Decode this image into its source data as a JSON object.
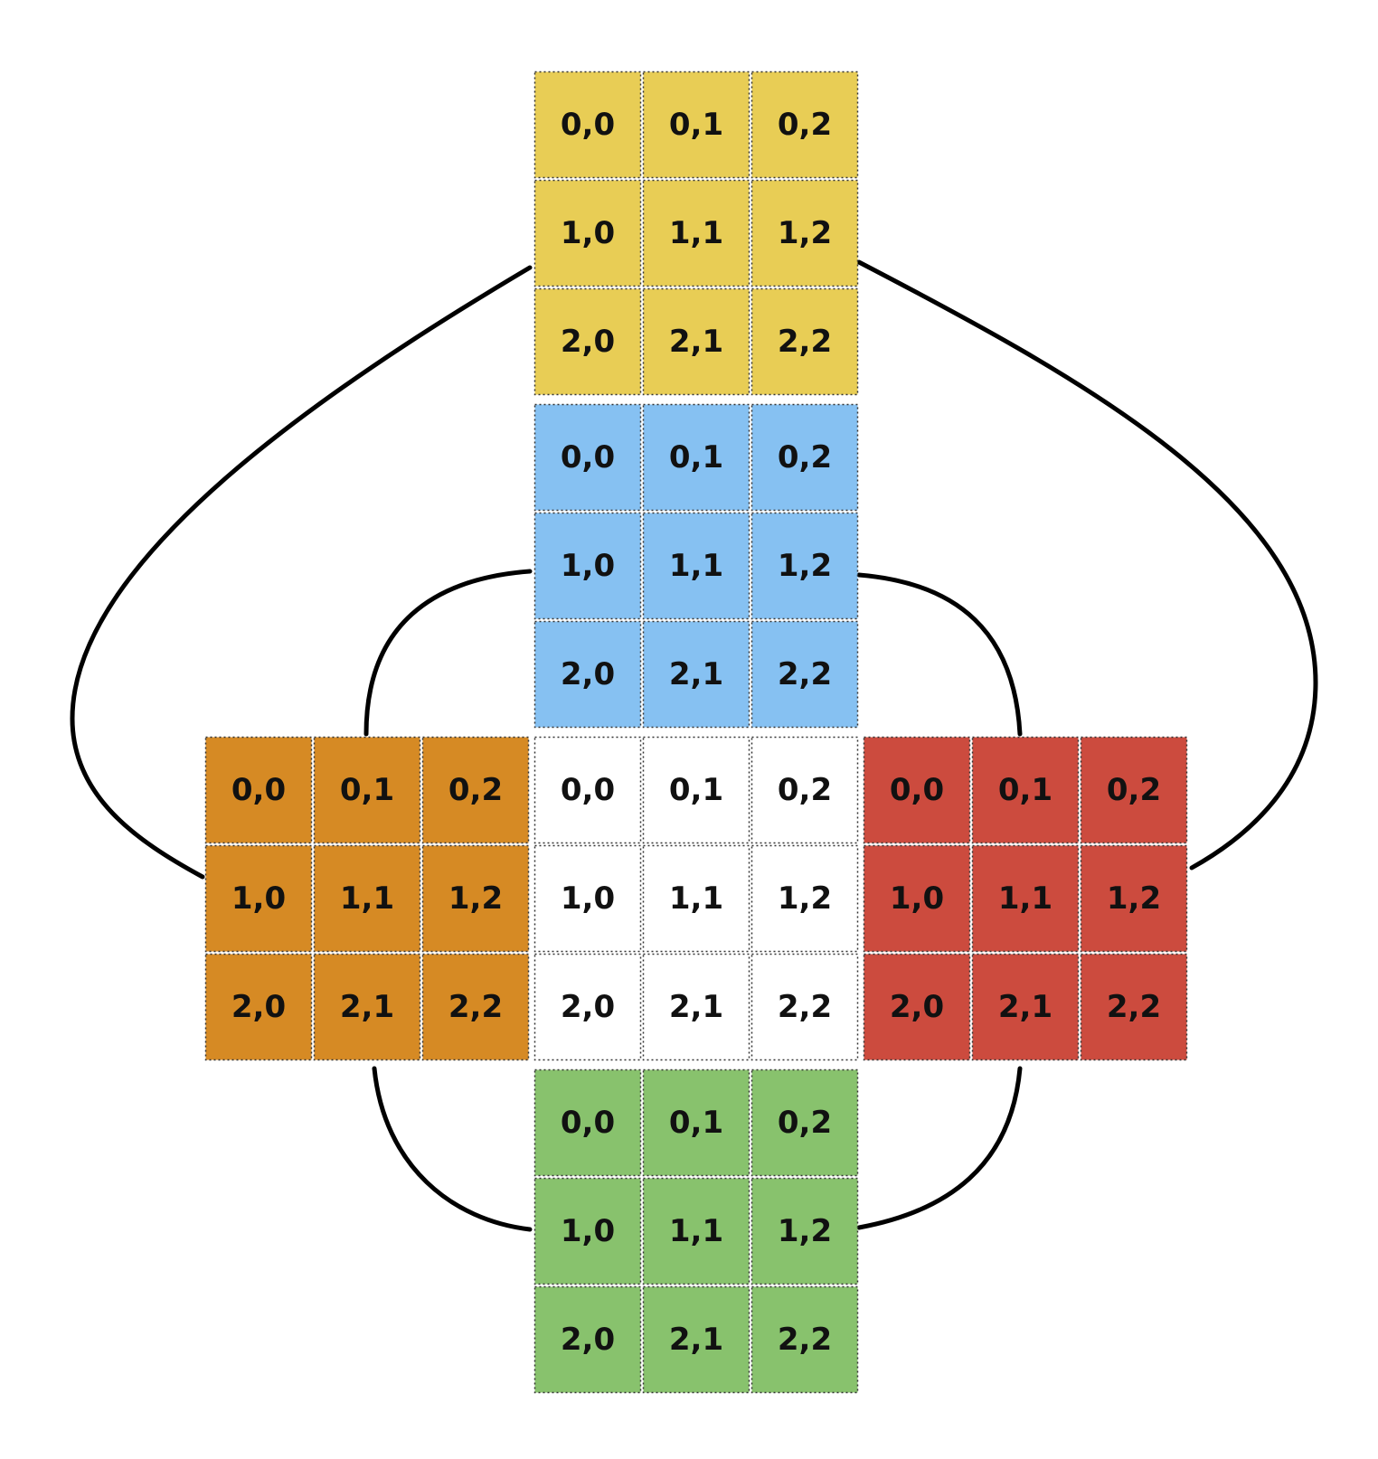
{
  "faces": [
    {
      "id": "top",
      "color": "#e8cd55",
      "cells": [
        [
          "0,0",
          "0,1",
          "0,2"
        ],
        [
          "1,0",
          "1,1",
          "1,2"
        ],
        [
          "2,0",
          "2,1",
          "2,2"
        ]
      ]
    },
    {
      "id": "back",
      "color": "#86c1f2",
      "cells": [
        [
          "0,0",
          "0,1",
          "0,2"
        ],
        [
          "1,0",
          "1,1",
          "1,2"
        ],
        [
          "2,0",
          "2,1",
          "2,2"
        ]
      ]
    },
    {
      "id": "left",
      "color": "#d68a24",
      "cells": [
        [
          "0,0",
          "0,1",
          "0,2"
        ],
        [
          "1,0",
          "1,1",
          "1,2"
        ],
        [
          "2,0",
          "2,1",
          "2,2"
        ]
      ]
    },
    {
      "id": "center",
      "color": "#ffffff",
      "cells": [
        [
          "0,0",
          "0,1",
          "0,2"
        ],
        [
          "1,0",
          "1,1",
          "1,2"
        ],
        [
          "2,0",
          "2,1",
          "2,2"
        ]
      ]
    },
    {
      "id": "right",
      "color": "#cc4b3e",
      "cells": [
        [
          "0,0",
          "0,1",
          "0,2"
        ],
        [
          "1,0",
          "1,1",
          "1,2"
        ],
        [
          "2,0",
          "2,1",
          "2,2"
        ]
      ]
    },
    {
      "id": "bottom",
      "color": "#88c26d",
      "cells": [
        [
          "0,0",
          "0,1",
          "0,2"
        ],
        [
          "1,0",
          "1,1",
          "1,2"
        ],
        [
          "2,0",
          "2,1",
          "2,2"
        ]
      ]
    }
  ],
  "connections": [
    {
      "id": "top-to-left",
      "from": "top",
      "to": "left"
    },
    {
      "id": "top-to-right",
      "from": "top",
      "to": "right"
    },
    {
      "id": "back-to-left",
      "from": "back",
      "to": "left"
    },
    {
      "id": "back-to-right",
      "from": "back",
      "to": "right"
    },
    {
      "id": "left-to-bottom",
      "from": "left",
      "to": "bottom"
    },
    {
      "id": "right-to-bottom",
      "from": "right",
      "to": "bottom"
    }
  ]
}
